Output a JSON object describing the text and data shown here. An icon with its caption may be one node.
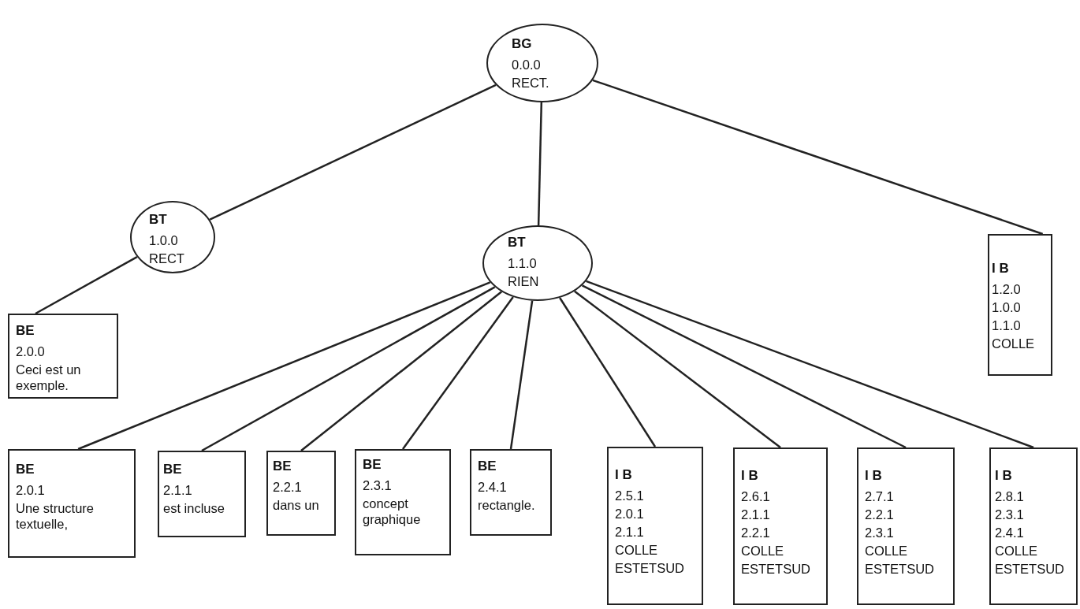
{
  "diagram": {
    "nodes": [
      {
        "text": [
          "BG",
          "0.0.0",
          "RECT."
        ]
      },
      {
        "text": [
          "BT",
          "1.0.0",
          "RECT"
        ]
      },
      {
        "text": [
          "BT",
          "1.1.0",
          "RIEN"
        ]
      },
      {
        "text": [
          "I B",
          "1.2.0",
          "1.0.0",
          "1.1.0",
          "COLLE"
        ]
      },
      {
        "text": [
          "BE",
          "2.0.0",
          "Ceci est un exemple."
        ]
      },
      {
        "text": [
          "BE",
          "2.0.1",
          "Une structure textuelle,"
        ]
      },
      {
        "text": [
          "BE",
          "2.1.1",
          "est incluse"
        ]
      },
      {
        "text": [
          "BE",
          "2.2.1",
          "dans un"
        ]
      },
      {
        "text": [
          "BE",
          "2.3.1",
          "concept graphique"
        ]
      },
      {
        "text": [
          "BE",
          "2.4.1",
          "rectangle."
        ]
      },
      {
        "text": [
          "I B",
          "2.5.1",
          "2.0.1",
          "2.1.1",
          "COLLE",
          "ESTETSUD"
        ]
      },
      {
        "text": [
          "I B",
          "2.6.1",
          "2.1.1",
          "2.2.1",
          "COLLE",
          "ESTETSUD"
        ]
      },
      {
        "text": [
          "I B",
          "2.7.1",
          "2.2.1",
          "2.3.1",
          "COLLE",
          "ESTETSUD"
        ]
      },
      {
        "text": [
          "I B",
          "2.8.1",
          "2.3.1",
          "2.4.1",
          "COLLE",
          "ESTETSUD"
        ]
      }
    ],
    "edges": [
      {
        "from": 0,
        "to": 1,
        "arrow": "none"
      },
      {
        "from": 0,
        "to": 2,
        "arrow": "none"
      },
      {
        "from": 0,
        "to": 3,
        "arrow": "none"
      },
      {
        "from": 1,
        "to": 4,
        "arrow": "none"
      },
      {
        "from": 2,
        "to": 5,
        "arrow": "none"
      },
      {
        "from": 2,
        "to": 6,
        "arrow": "none"
      },
      {
        "from": 2,
        "to": 7,
        "arrow": "none"
      },
      {
        "from": 2,
        "to": 8,
        "arrow": "none"
      },
      {
        "from": 2,
        "to": 9,
        "arrow": "none"
      },
      {
        "from": 2,
        "to": 10,
        "arrow": "none"
      },
      {
        "from": 2,
        "to": 11,
        "arrow": "none"
      },
      {
        "from": 2,
        "to": 12,
        "arrow": "none"
      },
      {
        "from": 2,
        "to": 13,
        "arrow": "none"
      }
    ]
  }
}
